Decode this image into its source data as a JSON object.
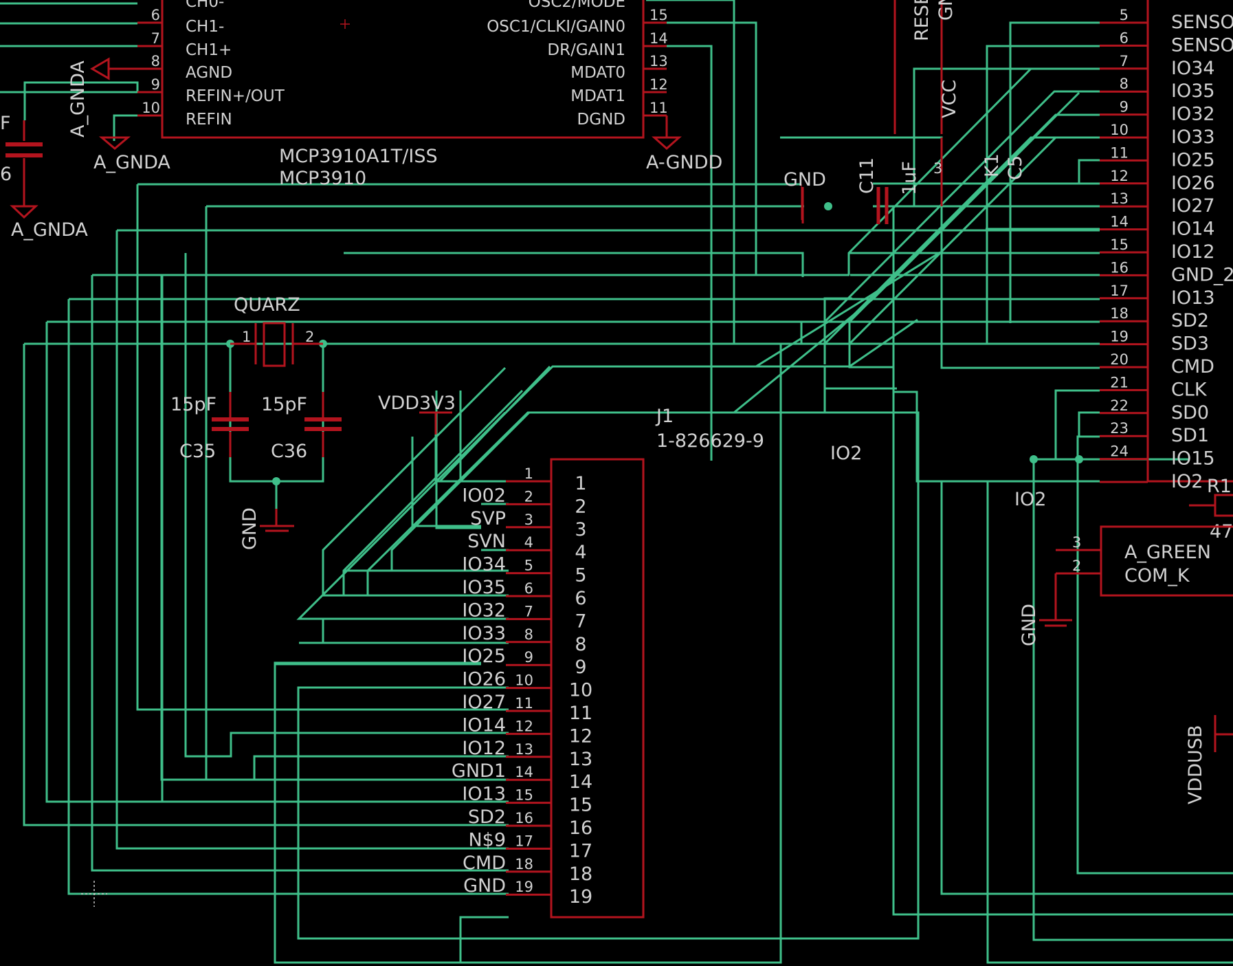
{
  "colors": {
    "background": "#000000",
    "net": "#3fbf8a",
    "part": "#b3141e",
    "text": "#d2d2d2"
  },
  "mcp": {
    "name": "MCP3910A1T/ISS",
    "value": "MCP3910",
    "left_pins": [
      {
        "num": "6",
        "name": "CH1-"
      },
      {
        "num": "7",
        "name": "CH1+"
      },
      {
        "num": "8",
        "name": "AGND"
      },
      {
        "num": "9",
        "name": "REFIN+/OUT"
      },
      {
        "num": "10",
        "name": "REFIN"
      }
    ],
    "right_pins": [
      {
        "num": "15",
        "name": "OSC1/CLKI/GAIN0"
      },
      {
        "num": "14",
        "name": "DR/GAIN1"
      },
      {
        "num": "13",
        "name": "MDAT0"
      },
      {
        "num": "12",
        "name": "MDAT1"
      },
      {
        "num": "11",
        "name": "DGND"
      }
    ],
    "top_left_partial": "CH0-",
    "top_right_partial": "OSC2/MODE"
  },
  "labels": {
    "a_gnda_1": "A_GNDA",
    "a_gnda_2": "A_GNDA",
    "a_gnda_3": "A_GNDA",
    "a_gndd": "A-GNDD",
    "gnd_top": "GND",
    "c11": "C11",
    "c11_value": "1uF",
    "vcc": "VCC",
    "reset_partial": "RESE",
    "gn_partial": "GN",
    "k1_partial": "K1",
    "c5_partial": "C5",
    "pin3_small": "3",
    "quarz": "QUARZ",
    "quarz_pin1": "1",
    "quarz_pin2": "2",
    "c35_value": "15pF",
    "c36_value": "15pF",
    "c35": "C35",
    "c36": "C36",
    "gnd_quarz": "GND",
    "vdd3v3": "VDD3V3",
    "j1": "J1",
    "j1_value": "1-826629-9",
    "io2_net": "IO2",
    "io2_net2": "IO2",
    "gnd_led": "GND",
    "vddusb": "VDDUSB",
    "r1_partial": "R1",
    "r1_value_partial": "47",
    "left_partial_f": "F",
    "left_partial_6": "6"
  },
  "j1_pins": [
    {
      "num": "1",
      "net": ""
    },
    {
      "num": "2",
      "net": "IO02"
    },
    {
      "num": "3",
      "net": "SVP"
    },
    {
      "num": "4",
      "net": "SVN"
    },
    {
      "num": "5",
      "net": "IO34"
    },
    {
      "num": "6",
      "net": "IO35"
    },
    {
      "num": "7",
      "net": "IO32"
    },
    {
      "num": "8",
      "net": "IO33"
    },
    {
      "num": "9",
      "net": "IO25"
    },
    {
      "num": "10",
      "net": "IO26"
    },
    {
      "num": "11",
      "net": "IO27"
    },
    {
      "num": "12",
      "net": "IO14"
    },
    {
      "num": "13",
      "net": "IO12"
    },
    {
      "num": "14",
      "net": "GND1"
    },
    {
      "num": "15",
      "net": "IO13"
    },
    {
      "num": "16",
      "net": "SD2"
    },
    {
      "num": "17",
      "net": "N$9"
    },
    {
      "num": "18",
      "net": "CMD"
    },
    {
      "num": "19",
      "net": "GND"
    }
  ],
  "esp_pins": [
    {
      "num": "5",
      "name": "SENSO"
    },
    {
      "num": "6",
      "name": "SENSO"
    },
    {
      "num": "7",
      "name": "IO34"
    },
    {
      "num": "8",
      "name": "IO35"
    },
    {
      "num": "9",
      "name": "IO32"
    },
    {
      "num": "10",
      "name": "IO33"
    },
    {
      "num": "11",
      "name": "IO25"
    },
    {
      "num": "12",
      "name": "IO26"
    },
    {
      "num": "13",
      "name": "IO27"
    },
    {
      "num": "14",
      "name": "IO14"
    },
    {
      "num": "15",
      "name": "IO12"
    },
    {
      "num": "16",
      "name": "GND_2"
    },
    {
      "num": "17",
      "name": "IO13"
    },
    {
      "num": "18",
      "name": "SD2"
    },
    {
      "num": "19",
      "name": "SD3"
    },
    {
      "num": "20",
      "name": "CMD"
    },
    {
      "num": "21",
      "name": "CLK"
    },
    {
      "num": "22",
      "name": "SD0"
    },
    {
      "num": "23",
      "name": "SD1"
    },
    {
      "num": "24",
      "name": "IO15"
    },
    {
      "num": "",
      "name": "IO2"
    }
  ],
  "led": {
    "pins": [
      {
        "num": "3",
        "name": "A_GREEN"
      },
      {
        "num": "2",
        "name": "COM_K"
      }
    ]
  }
}
